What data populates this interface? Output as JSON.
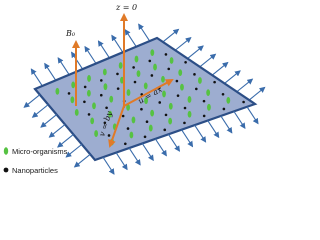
{
  "labels": {
    "field": "B₀",
    "z_axis": "z = 0",
    "u_velocity": "u = ax",
    "v_velocity": "v = by"
  },
  "legend": {
    "micro": "Micro-organisms",
    "nano": "Nanoparticles"
  },
  "colors": {
    "sheet_fill": "#9dadd0",
    "sheet_edge": "#2c4e86",
    "stretch_arrows": "#3a6cab",
    "axis_arrows": "#e07a28",
    "micro_organism": "#56c242",
    "nanoparticle": "#111111"
  },
  "icons": {
    "micro": "green-oval-icon",
    "nano": "black-dot-icon"
  }
}
